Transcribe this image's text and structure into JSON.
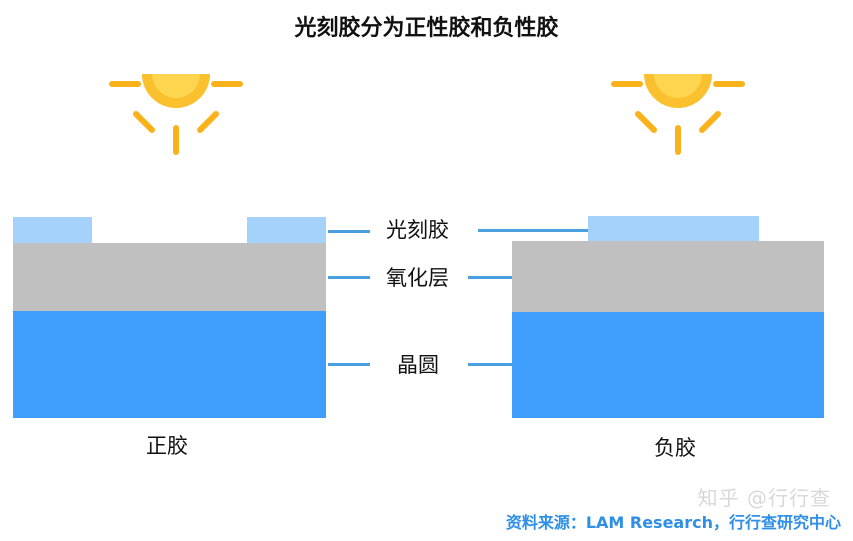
{
  "title": "光刻胶分为正性胶和负性胶",
  "labels": {
    "photoresist": "光刻胶",
    "oxide": "氧化层",
    "wafer": "晶圆"
  },
  "captions": {
    "positive": "正胶",
    "negative": "负胶"
  },
  "source": "资料来源：LAM Research，行行查研究中心",
  "watermark": "知乎 @行行查",
  "icons": {
    "left_sun": "sun-icon",
    "right_sun": "sun-icon"
  },
  "colors": {
    "wafer": "#3f9dfb",
    "oxide": "#c0c0c0",
    "photoresist": "#a5d2fa",
    "leader": "#4a9fe0",
    "sun_core": "#fbc02d",
    "sun_inner": "#fdd54f",
    "sun_ray": "#f9b21a",
    "source_text": "#2f8fe6"
  }
}
